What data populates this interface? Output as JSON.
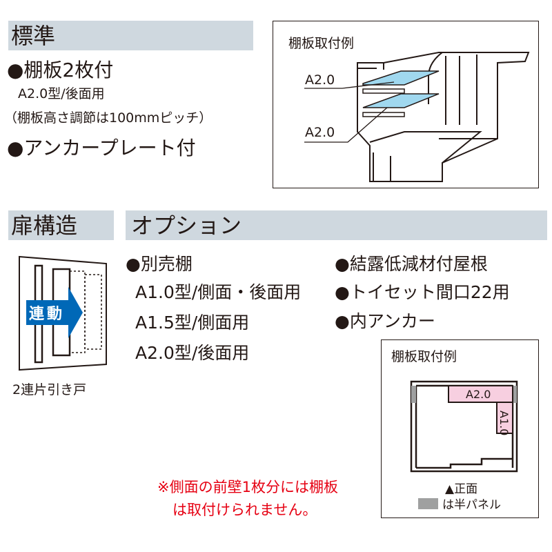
{
  "standard": {
    "heading": "標準",
    "items": [
      "●棚板2枚付",
      "A2.0型/後面用",
      "（棚板高さ調節は100mmピッチ）",
      "●アンカープレート付"
    ]
  },
  "standard_figure": {
    "title": "棚板取付例",
    "labels": [
      "A2.0",
      "A2.0"
    ]
  },
  "door": {
    "heading": "扉構造",
    "badge": "連動",
    "caption": "2連片引き戸"
  },
  "options": {
    "heading": "オプション",
    "col1": [
      "●別売棚",
      "A1.0型/側面・後面用",
      "A1.5型/側面用",
      "A2.0型/後面用"
    ],
    "col2": [
      "●結露低減材付屋根",
      "●トイセット間口22用",
      "●内アンカー"
    ]
  },
  "option_figure": {
    "title": "棚板取付例",
    "shelf_back": "A2.0",
    "shelf_side": "A1.0",
    "front_label": "▲正面",
    "legend": "は半パネル"
  },
  "note": [
    "※側面の前壁1枚分には棚板",
    "は取付けられません。"
  ],
  "colors": {
    "header_bg": "#cfd8df",
    "accent_blue": "#0068b7",
    "shelf_blue": "#a0d8ef",
    "shelf_pink": "#f7cfe0",
    "note_red": "#e60012",
    "half_panel": "#9fa0a0"
  }
}
